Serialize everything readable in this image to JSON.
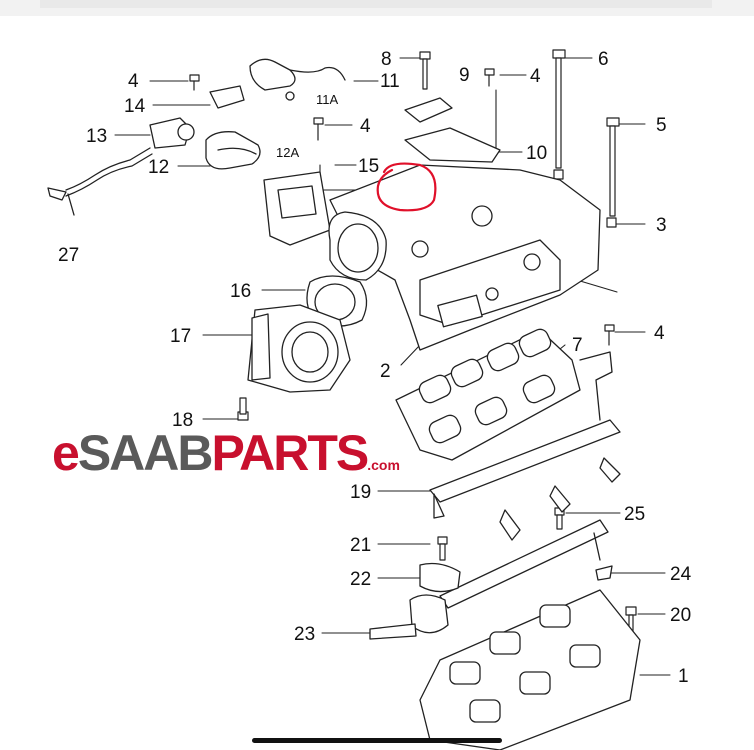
{
  "diagram": {
    "callouts": [
      {
        "id": "c4a",
        "text": "4"
      },
      {
        "id": "c11",
        "text": "11"
      },
      {
        "id": "c11a",
        "text": "11A"
      },
      {
        "id": "c14",
        "text": "14"
      },
      {
        "id": "c13",
        "text": "13"
      },
      {
        "id": "c12",
        "text": "12"
      },
      {
        "id": "c12a",
        "text": "12A"
      },
      {
        "id": "c27",
        "text": "27"
      },
      {
        "id": "c8",
        "text": "8"
      },
      {
        "id": "c9",
        "text": "9"
      },
      {
        "id": "c4b",
        "text": "4"
      },
      {
        "id": "c6",
        "text": "6"
      },
      {
        "id": "c4c",
        "text": "4"
      },
      {
        "id": "c15",
        "text": "15"
      },
      {
        "id": "c10",
        "text": "10"
      },
      {
        "id": "c5",
        "text": "5"
      },
      {
        "id": "c3",
        "text": "3"
      },
      {
        "id": "c16",
        "text": "16"
      },
      {
        "id": "c17",
        "text": "17"
      },
      {
        "id": "c2",
        "text": "2"
      },
      {
        "id": "c7",
        "text": "7"
      },
      {
        "id": "c4d",
        "text": "4"
      },
      {
        "id": "c18",
        "text": "18"
      },
      {
        "id": "c19",
        "text": "19"
      },
      {
        "id": "c25",
        "text": "25"
      },
      {
        "id": "c21",
        "text": "21"
      },
      {
        "id": "c22",
        "text": "22"
      },
      {
        "id": "c24",
        "text": "24"
      },
      {
        "id": "c20",
        "text": "20"
      },
      {
        "id": "c23",
        "text": "23"
      },
      {
        "id": "c1",
        "text": "1"
      }
    ],
    "highlight_color": "#e0102a"
  },
  "logo": {
    "e": "e",
    "saab": "SAAB",
    "parts": "PARTS",
    "com": ".com"
  }
}
